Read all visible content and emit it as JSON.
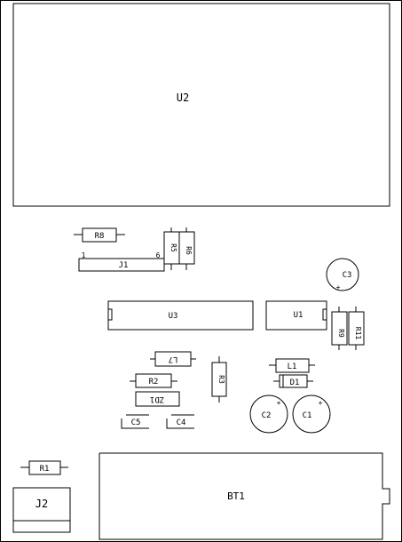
{
  "pcb": {
    "U2": "U2",
    "R8": "R8",
    "R5": "R5",
    "R6": "R6",
    "J1": "J1",
    "J1_pin1": "1",
    "J1_pin6": "6",
    "C3": "C3",
    "C3_plus": "+",
    "U3": "U3",
    "U1": "U1",
    "R9": "R9",
    "R11": "R11",
    "L7": "L7",
    "R3": "R3",
    "L1": "L1",
    "D1": "D1",
    "R2": "R2",
    "ZD1": "ZD1",
    "C2": "C2",
    "C2_plus": "+",
    "C1": "C1",
    "C1_plus": "+",
    "C5": "C5",
    "C4": "C4",
    "R1": "R1",
    "J2": "J2",
    "BT1": "BT1"
  }
}
